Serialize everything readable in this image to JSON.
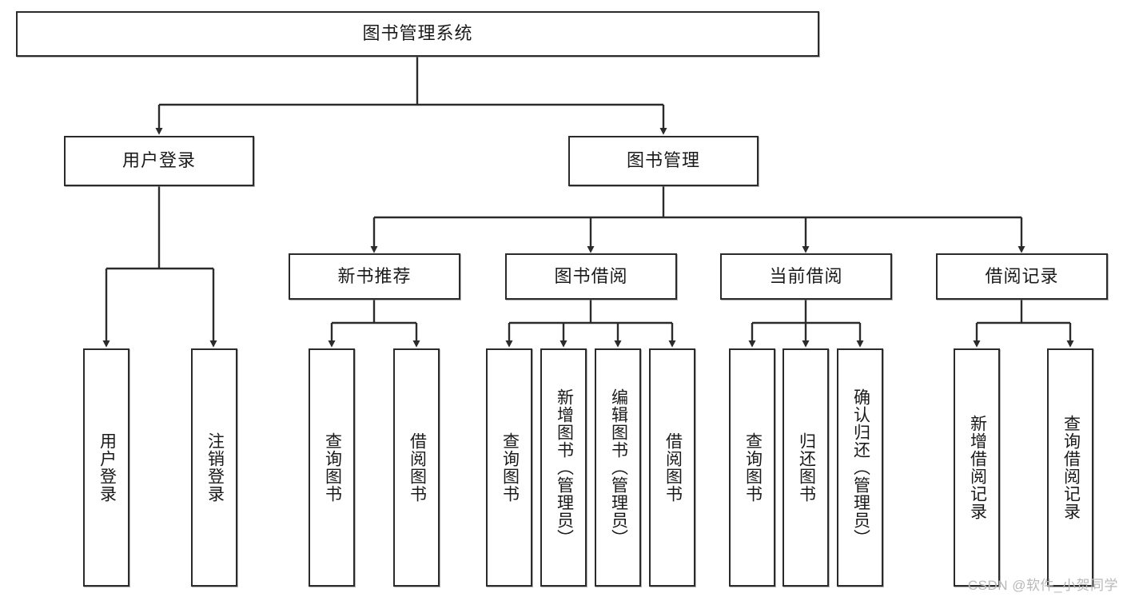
{
  "diagram": {
    "type": "tree-hierarchy-flowchart",
    "title": "图书管理系统",
    "root": {
      "id": "root",
      "label": "图书管理系统",
      "orientation": "horizontal"
    },
    "level2": [
      {
        "id": "user-login",
        "label": "用户登录",
        "orientation": "horizontal"
      },
      {
        "id": "book-management",
        "label": "图书管理",
        "orientation": "horizontal"
      }
    ],
    "level3": [
      {
        "id": "new-book-recommend",
        "label": "新书推荐",
        "orientation": "horizontal",
        "parent": "book-management"
      },
      {
        "id": "book-borrow",
        "label": "图书借阅",
        "orientation": "horizontal",
        "parent": "book-management"
      },
      {
        "id": "current-borrow",
        "label": "当前借阅",
        "orientation": "horizontal",
        "parent": "book-management"
      },
      {
        "id": "borrow-record",
        "label": "借阅记录",
        "orientation": "horizontal",
        "parent": "book-management"
      }
    ],
    "leaves": [
      {
        "id": "leaf-user-login",
        "label": "用户登录",
        "orientation": "vertical",
        "parent": "user-login"
      },
      {
        "id": "leaf-logout-login",
        "label": "注销登录",
        "orientation": "vertical",
        "parent": "user-login"
      },
      {
        "id": "leaf-query-book-1",
        "label": "查询图书",
        "orientation": "vertical",
        "parent": "new-book-recommend"
      },
      {
        "id": "leaf-borrow-book-1",
        "label": "借阅图书",
        "orientation": "vertical",
        "parent": "new-book-recommend"
      },
      {
        "id": "leaf-query-book-2",
        "label": "查询图书",
        "orientation": "vertical",
        "parent": "book-borrow"
      },
      {
        "id": "leaf-add-book",
        "label": "新增图书（管理员）",
        "orientation": "vertical",
        "parent": "book-borrow"
      },
      {
        "id": "leaf-edit-book",
        "label": "编辑图书（管理员）",
        "orientation": "vertical",
        "parent": "book-borrow"
      },
      {
        "id": "leaf-borrow-book-2",
        "label": "借阅图书",
        "orientation": "vertical",
        "parent": "book-borrow"
      },
      {
        "id": "leaf-query-book-3",
        "label": "查询图书",
        "orientation": "vertical",
        "parent": "current-borrow"
      },
      {
        "id": "leaf-return-book",
        "label": "归还图书",
        "orientation": "vertical",
        "parent": "current-borrow"
      },
      {
        "id": "leaf-confirm-return",
        "label": "确认归还（管理员）",
        "orientation": "vertical",
        "parent": "current-borrow"
      },
      {
        "id": "leaf-add-record",
        "label": "新增借阅记录",
        "orientation": "vertical",
        "parent": "borrow-record"
      },
      {
        "id": "leaf-query-record",
        "label": "查询借阅记录",
        "orientation": "vertical",
        "parent": "borrow-record"
      }
    ],
    "colors": {
      "box_border": "#2b2b2b",
      "box_fill": "#ffffff",
      "connector": "#2b2b2b",
      "text": "#1a1a1a",
      "watermark": "#b9b9b9",
      "background": "#ffffff"
    }
  },
  "watermark": {
    "text": "CSDN @软件_小贺同学"
  }
}
